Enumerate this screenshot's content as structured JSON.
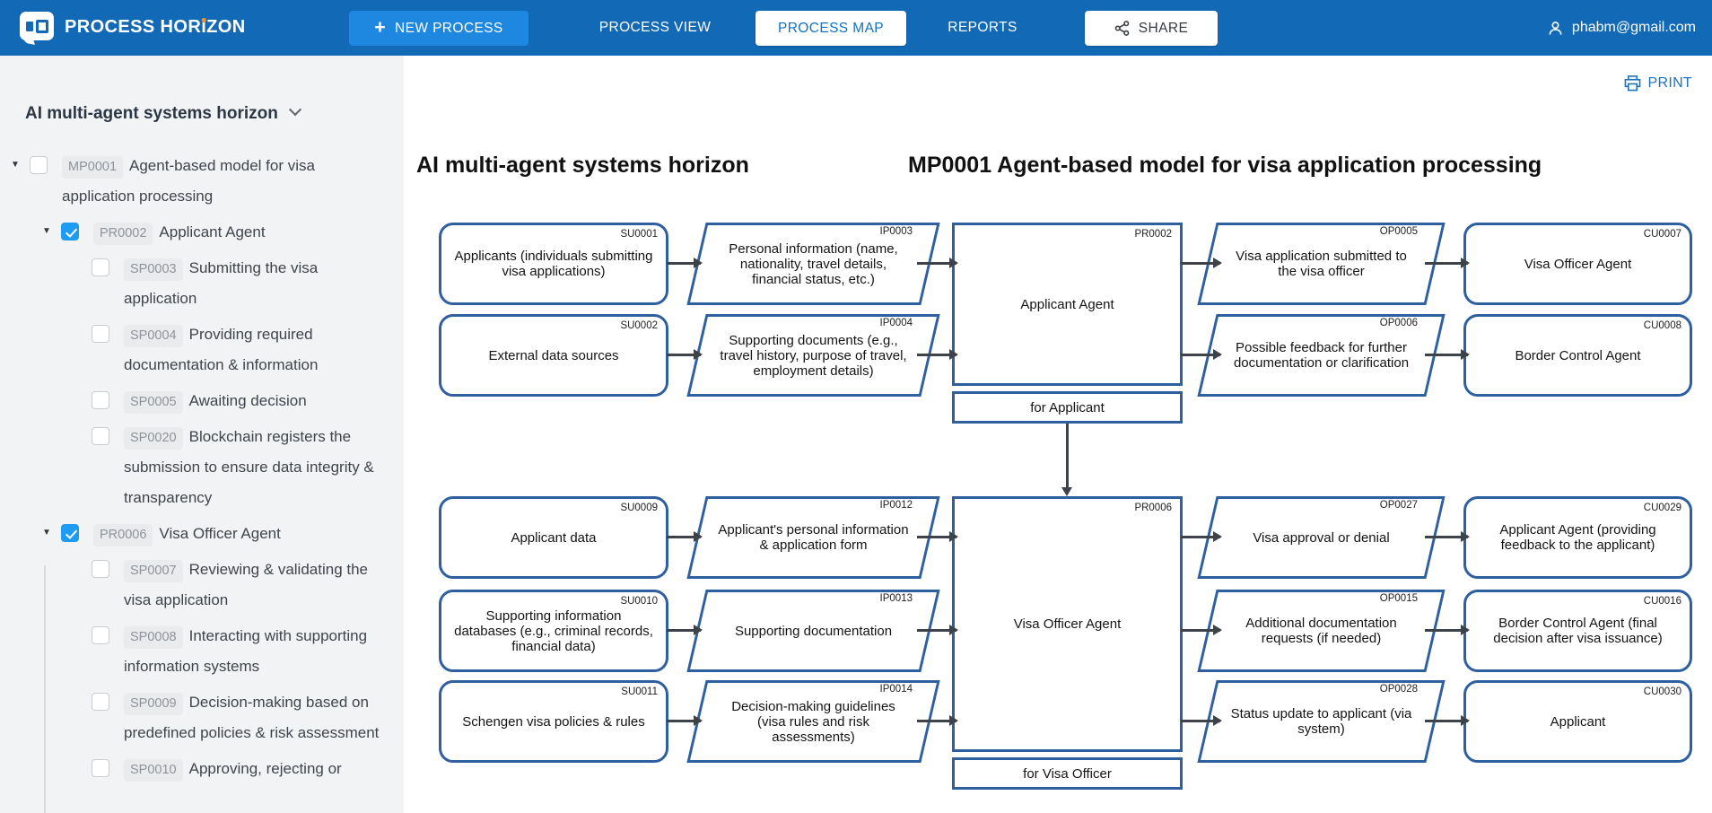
{
  "colors": {
    "header_bg": "#1269b5",
    "accent_button": "#1e88e0",
    "active_tab_text": "#1272bd",
    "diagram_border": "#2e5f9f",
    "checkbox_checked": "#1e9bf2",
    "brand_dot": "#f0902e"
  },
  "header": {
    "brand_pre": "PROCESS HOR",
    "brand_i": "ı",
    "brand_post": "ZON",
    "new_process_label": "NEW PROCESS",
    "nav_process_view": "PROCESS VIEW",
    "nav_process_map": "PROCESS MAP",
    "nav_reports": "REPORTS",
    "share_label": "SHARE",
    "user_email": "phabm@gmail.com"
  },
  "sidebar": {
    "title": "AI multi-agent systems horizon",
    "tree": [
      {
        "id": "MP0001",
        "label": "Agent-based model for visa application processing",
        "checked": false
      },
      {
        "id": "PR0002",
        "label": "Applicant Agent",
        "checked": true
      },
      {
        "id": "SP0003",
        "label": "Submitting the visa application",
        "checked": false
      },
      {
        "id": "SP0004",
        "label": "Providing required documentation & information",
        "checked": false
      },
      {
        "id": "SP0005",
        "label": "Awaiting decision",
        "checked": false
      },
      {
        "id": "SP0020",
        "label": "Blockchain registers the submission to ensure data integrity & transparency",
        "checked": false
      },
      {
        "id": "PR0006",
        "label": "Visa Officer Agent",
        "checked": true
      },
      {
        "id": "SP0007",
        "label": "Reviewing & validating the visa application",
        "checked": false
      },
      {
        "id": "SP0008",
        "label": "Interacting with supporting information systems",
        "checked": false
      },
      {
        "id": "SP0009",
        "label": "Decision-making based on predefined policies & risk assessment",
        "checked": false
      },
      {
        "id": "SP0010",
        "label": "Approving, rejecting or",
        "checked": false
      }
    ]
  },
  "main": {
    "print_label": "PRINT",
    "title_left": "AI multi-agent systems horizon",
    "title_right": "MP0001 Agent-based model for visa application processing",
    "diagram": {
      "groups": [
        {
          "process": {
            "id": "PR0002",
            "label": "Applicant Agent",
            "footer": "for Applicant"
          },
          "rows": [
            {
              "supplier": {
                "id": "SU0001",
                "label": "Applicants (individuals submitting visa applications)"
              },
              "input": {
                "id": "IP0003",
                "label": "Personal information (name, nationality, travel details, financial status, etc.)"
              },
              "output": {
                "id": "OP0005",
                "label": "Visa application submitted to the visa officer"
              },
              "customer": {
                "id": "CU0007",
                "label": "Visa Officer Agent"
              }
            },
            {
              "supplier": {
                "id": "SU0002",
                "label": "External data sources"
              },
              "input": {
                "id": "IP0004",
                "label": "Supporting documents (e.g., travel history, purpose of travel, employment details)"
              },
              "output": {
                "id": "OP0006",
                "label": "Possible feedback for further documentation or clarification"
              },
              "customer": {
                "id": "CU0008",
                "label": "Border Control Agent"
              }
            }
          ]
        },
        {
          "process": {
            "id": "PR0006",
            "label": "Visa Officer Agent",
            "footer": "for Visa Officer"
          },
          "rows": [
            {
              "supplier": {
                "id": "SU0009",
                "label": "Applicant data"
              },
              "input": {
                "id": "IP0012",
                "label": "Applicant's personal information & application form"
              },
              "output": {
                "id": "OP0027",
                "label": "Visa approval or denial"
              },
              "customer": {
                "id": "CU0029",
                "label": "Applicant Agent (providing feedback to the applicant)"
              }
            },
            {
              "supplier": {
                "id": "SU0010",
                "label": "Supporting information databases (e.g., criminal records, financial data)"
              },
              "input": {
                "id": "IP0013",
                "label": "Supporting documentation"
              },
              "output": {
                "id": "OP0015",
                "label": "Additional documentation requests (if needed)"
              },
              "customer": {
                "id": "CU0016",
                "label": "Border Control Agent (final decision after visa issuance)"
              }
            },
            {
              "supplier": {
                "id": "SU0011",
                "label": "Schengen visa policies & rules"
              },
              "input": {
                "id": "IP0014",
                "label": "Decision-making guidelines (visa rules and risk assessments)"
              },
              "output": {
                "id": "OP0028",
                "label": "Status update to applicant (via system)"
              },
              "customer": {
                "id": "CU0030",
                "label": "Applicant"
              }
            }
          ]
        }
      ]
    }
  }
}
